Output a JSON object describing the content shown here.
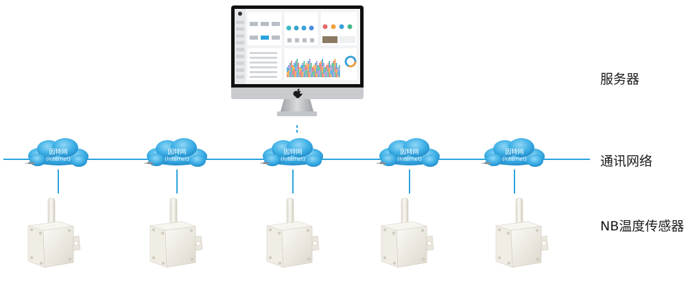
{
  "labels": {
    "server": "服务器",
    "network": "通讯网络",
    "sensor": "NB温度传感器"
  },
  "cloud": {
    "title": "因特网",
    "subtitle": "(Internet)"
  },
  "colors": {
    "line": "#2aa3dc",
    "cloud_light": "#6cc7f2",
    "cloud_dark": "#1f8fd0",
    "monitor_bezel": "#111111",
    "monitor_chin": "#c9cbce",
    "stand": "#b7babd",
    "sensor_body": "#f2efe8",
    "sensor_shadow": "#d7d2c6"
  }
}
